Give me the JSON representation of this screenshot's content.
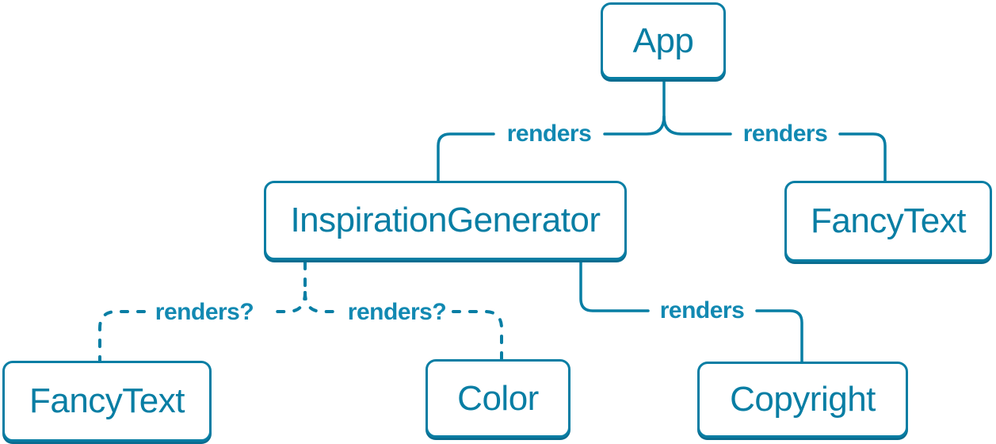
{
  "colors": {
    "accent": "#087ea4",
    "edge_label": "#1289b2",
    "shadow": "#0a6d90",
    "node_bg": "#ffffff",
    "page_bg": "#ffffff"
  },
  "nodes": [
    {
      "id": "app",
      "label": "App"
    },
    {
      "id": "inspiration-generator",
      "label": "InspirationGenerator"
    },
    {
      "id": "fancy-text-top",
      "label": "FancyText"
    },
    {
      "id": "fancy-text-bottom",
      "label": "FancyText"
    },
    {
      "id": "color",
      "label": "Color"
    },
    {
      "id": "copyright",
      "label": "Copyright"
    }
  ],
  "edges": [
    {
      "from": "app",
      "to": "inspiration-generator",
      "label": "renders",
      "style": "solid"
    },
    {
      "from": "app",
      "to": "fancy-text-top",
      "label": "renders",
      "style": "solid"
    },
    {
      "from": "inspiration-generator",
      "to": "fancy-text-bottom",
      "label": "renders?",
      "style": "dashed"
    },
    {
      "from": "inspiration-generator",
      "to": "color",
      "label": "renders?",
      "style": "dashed"
    },
    {
      "from": "inspiration-generator",
      "to": "copyright",
      "label": "renders",
      "style": "solid"
    }
  ]
}
